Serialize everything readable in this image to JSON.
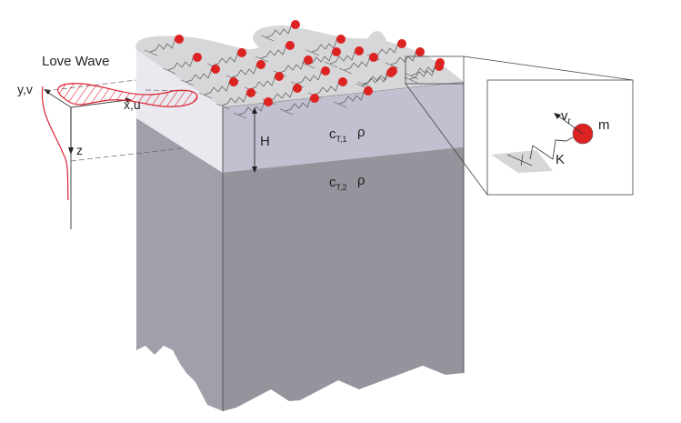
{
  "title": "Love Wave",
  "labels": {
    "y_axis": "y,v",
    "x_axis": "x,u",
    "z_axis": "z",
    "layer_thickness": "H",
    "layer1_speed_base": "c",
    "layer1_speed_sub": "T,1",
    "layer1_density": "ρ",
    "layer2_speed_base": "c",
    "layer2_speed_sub": "T,2",
    "layer2_density": "ρ",
    "inset_velocity_base": "v",
    "inset_velocity_sub": "r",
    "inset_mass": "m",
    "inset_stiffness": "K"
  },
  "colors": {
    "resonator_mass": "#dd2222",
    "wave_profile": "#dd2233",
    "top_surface": "#d8d8da",
    "layer1_front": "#c0c0d0",
    "layer1_side": "#e8e8ee",
    "substrate_front": "#95939c",
    "substrate_side": "#a09ea8"
  },
  "resonators": {
    "rows": 5,
    "count_visible": 27
  }
}
